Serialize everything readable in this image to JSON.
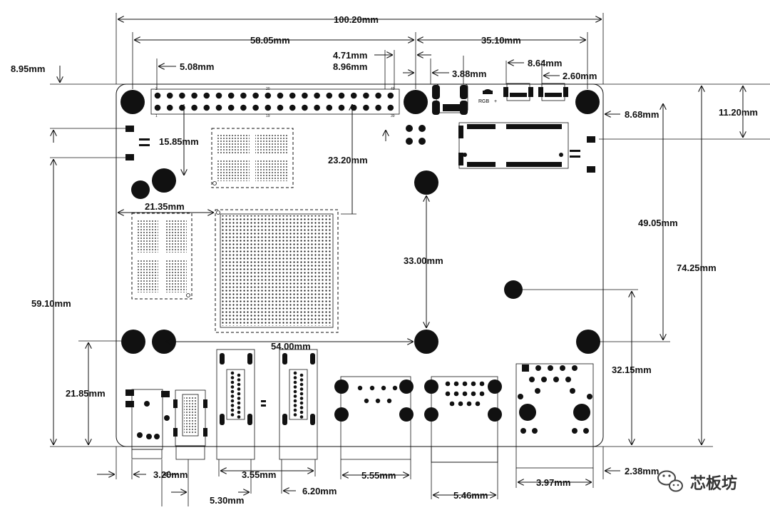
{
  "dimensions": {
    "overall_width": "100.20mm",
    "header_span": "58.05mm",
    "right_span": "35.10mm",
    "top_hole_offset": "8.95mm",
    "pin_pitch": "5.08mm",
    "d_4_71": "4.71mm",
    "d_8_96": "8.96mm",
    "d_3_88": "3.88mm",
    "d_8_64": "8.64mm",
    "d_2_60": "2.60mm",
    "d_8_68": "8.68mm",
    "d_11_20": "11.20mm",
    "d_15_85": "15.85mm",
    "d_23_20": "23.20mm",
    "d_21_35": "21.35mm",
    "d_33_00": "33.00mm",
    "d_49_05": "49.05mm",
    "overall_height": "74.25mm",
    "d_59_10": "59.10mm",
    "d_54_00": "54.00mm",
    "d_32_15": "32.15mm",
    "d_21_85": "21.85mm",
    "d_3_20": "3.20mm",
    "d_3_55": "3.55mm",
    "d_5_30": "5.30mm",
    "d_6_20": "6.20mm",
    "d_5_55": "5.55mm",
    "d_5_46": "5.46mm",
    "d_3_97": "3.97mm",
    "d_2_38": "2.38mm"
  },
  "labels": {
    "rgb": "RGB",
    "rgb_plus": "+",
    "header_pin_2": "2",
    "header_pin_20": "20",
    "header_pin_40": "40",
    "header_pin_1": "1",
    "header_pin_19": "19",
    "header_pin_39": "39"
  },
  "watermark": {
    "text": "芯板坊",
    "icon": "wechat-icon"
  },
  "colors": {
    "ink": "#111111",
    "background": "#ffffff"
  }
}
